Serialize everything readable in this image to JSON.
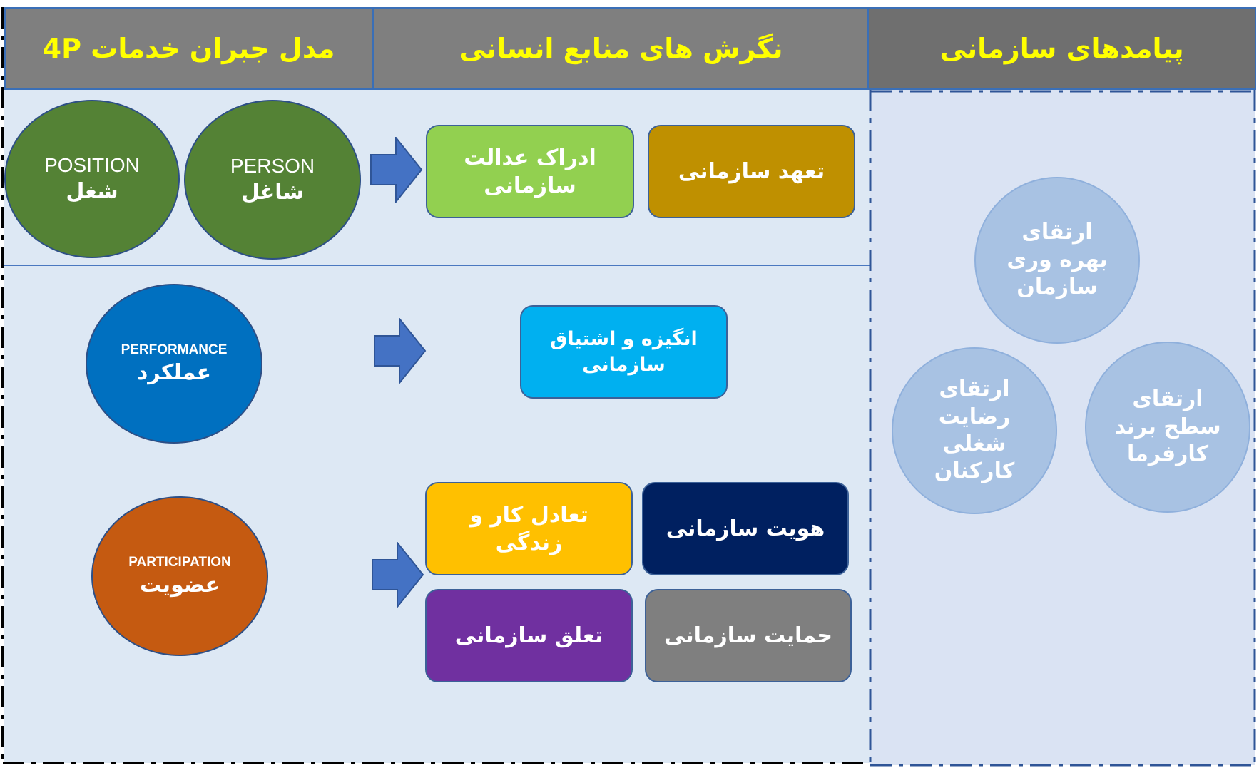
{
  "headers": {
    "outcomes": "پیامدهای سازمانی",
    "hr_attitudes": "نگرش های منابع انسانی",
    "model": "مدل جبران خدمات 4P"
  },
  "model_items": {
    "position": {
      "en": "POSITION",
      "fa": "شغل"
    },
    "person": {
      "en": "PERSON",
      "fa": "شاغل"
    },
    "performance": {
      "en": "PERFORMANCE",
      "fa": "عملکرد"
    },
    "participation": {
      "en": "PARTICIPATION",
      "fa": "عضویت"
    }
  },
  "attitudes": {
    "justice_line1": "ادراک عدالت",
    "justice_line2": "سازمانی",
    "commitment": "تعهد سازمانی",
    "motivation": "انگیزه و اشتیاق سازمانی",
    "work_life_balance": "تعادل کار و زندگی",
    "identity": "هویت سازمانی",
    "belonging": "تعلق سازمانی",
    "support": "حمایت سازمانی"
  },
  "outcomes": {
    "productivity": [
      "ارتقای",
      "بهره وری",
      "سازمان"
    ],
    "satisfaction": [
      "ارتقای",
      "رضایت",
      "شغلی",
      "کارکنان"
    ],
    "employer_brand": [
      "ارتقای",
      "سطح برند",
      "کارفرما"
    ]
  },
  "colors": {
    "header_bg": "#7f7f7f",
    "header_text": "#ffff00",
    "position": "#548235",
    "person": "#548235",
    "performance": "#0070c0",
    "participation": "#c55a11",
    "justice": "#92d050",
    "commitment": "#bf9000",
    "motivation": "#00b0f0",
    "work_life_balance": "#ffc000",
    "identity": "#002060",
    "belonging": "#7030a0",
    "support": "#7f7f7f",
    "arrow": "#4472c4",
    "outcome_circle": "#a8c2e3"
  }
}
